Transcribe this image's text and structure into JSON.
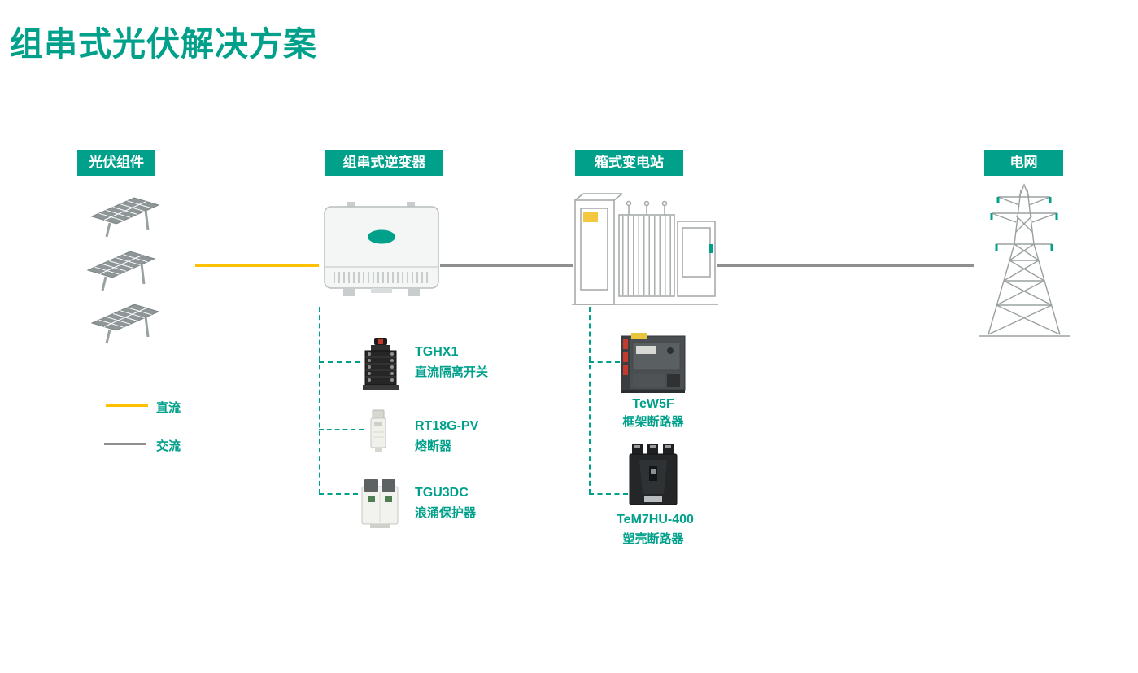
{
  "title": "组串式光伏解决方案",
  "colors": {
    "accent_teal": "#00A08B",
    "dc_yellow": "#FFC000",
    "ac_gray": "#8F8F8F"
  },
  "stages": [
    {
      "label": "光伏组件"
    },
    {
      "label": "组串式逆变器"
    },
    {
      "label": "箱式变电站"
    },
    {
      "label": "电网"
    }
  ],
  "legend": [
    {
      "label": "直流",
      "color": "#FFC000"
    },
    {
      "label": "交流",
      "color": "#8F8F8F"
    }
  ],
  "inverter_components": [
    {
      "model": "TGHX1",
      "name": "直流隔离开关"
    },
    {
      "model": "RT18G-PV",
      "name": "熔断器"
    },
    {
      "model": "TGU3DC",
      "name": "浪涌保护器"
    }
  ],
  "substation_components": [
    {
      "model": "TeW5F",
      "name": "框架断路器"
    },
    {
      "model": "TeM7HU-400",
      "name": "塑壳断路器"
    }
  ]
}
